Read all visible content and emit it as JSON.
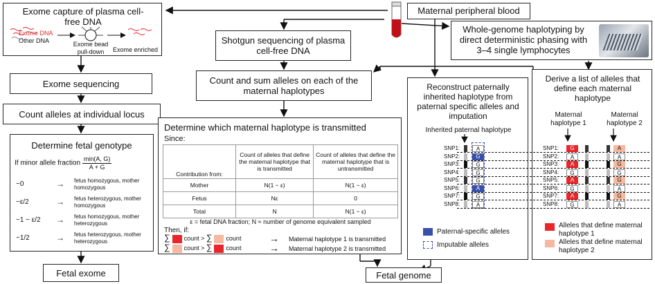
{
  "exome_capture": {
    "title": "Exome capture of plasma cell-free DNA",
    "legend_exome": "Exome DNA",
    "legend_other": "Other DNA",
    "bead": "Exome bead pull-down",
    "enriched": "Exome enriched"
  },
  "maternal_blood": "Maternal peripheral blood",
  "wgh": "Whole-genome haplotyping by direct deterministic phasing with 3–4 single lymphocytes",
  "shotgun": "Shotgun sequencing of plasma cell-free DNA",
  "exome_seq": "Exome sequencing",
  "count_locus": "Count alleles at individual locus",
  "count_sum": "Count and sum alleles on each of the maternal haplotypes",
  "reconstruct": "Reconstruct paternally inherited haplotype from paternal specific alleles and imputation",
  "derive": "Derive a list of alleles that define each maternal haplotype",
  "fetal_geno": {
    "title": "Determine fetal genotype",
    "if_text": "If minor allele fraction",
    "num": "min(A, G)",
    "den": "A + G",
    "rows": [
      {
        "cond": "~0",
        "arrow": "→",
        "result": "fetus homozygous, mother homozygous"
      },
      {
        "cond": "~ε/2",
        "arrow": "→",
        "result": "fetus heterozygous, mother homozygous"
      },
      {
        "cond": "~1 − ε/2",
        "arrow": "→",
        "result": "fetus homozygous, mother heterozygous"
      },
      {
        "cond": "~1/2",
        "arrow": "→",
        "result": "fetus heterozygous, mother heterozygous"
      }
    ]
  },
  "transmit": {
    "title": "Determine which maternal haplotype is transmitted",
    "since": "Since:",
    "headers": [
      "Contribution from:",
      "Count of alleles that define the maternal haplotype that is transmitted",
      "Count of alleles that define the maternal haplotype that is untransmitted"
    ],
    "rows": [
      [
        "Mother",
        "N(1 − ε)",
        "N(1 − ε)"
      ],
      [
        "Fetus",
        "Nε",
        "0"
      ],
      [
        "Total",
        "N",
        "N(1 − ε)"
      ]
    ],
    "footnote": "ε = fetal DNA fraction; N ≈ number of genome equivalent sampled",
    "then": "Then, if:",
    "cond1_a": "count >",
    "cond1_b": "count",
    "result1": "Maternal haplotype 1 is transmitted",
    "cond2_a": "count >",
    "cond2_b": "count",
    "result2": "Maternal haplotype 2 is transmitted",
    "sum": "∑"
  },
  "inherited_label": "Inherited paternal haplotype",
  "maternal1_label": "Maternal haplotype 1",
  "maternal2_label": "Maternal haplotype 2",
  "snps": [
    "SNP1:",
    "SNP2:",
    "SNP3:",
    "SNP4:",
    "SNP5:",
    "SNP6:",
    "SNP7:",
    "SNP8:"
  ],
  "paternal_alleles": [
    "A",
    "G",
    "G",
    "G",
    "G",
    "A",
    "G",
    "A"
  ],
  "maternal1_alleles": [
    "G",
    "A",
    "A",
    "G",
    "A",
    "G",
    "A",
    "G"
  ],
  "maternal2_alleles": [
    "A",
    "A",
    "G",
    "G",
    "G",
    "A",
    "G",
    "A"
  ],
  "legend_paternal": "Paternal-specific alleles",
  "legend_imputable": "Imputable alleles",
  "legend_m1": "Alleles that define maternal haplotype 1",
  "legend_m2": "Alleles that define maternal haplotype 2",
  "fetal_exome": "Fetal  exome",
  "fetal_genome": "Fetal genome",
  "colors": {
    "red": "#e8262b",
    "salmon": "#f6b8a0",
    "blue": "#3a4fa8"
  }
}
